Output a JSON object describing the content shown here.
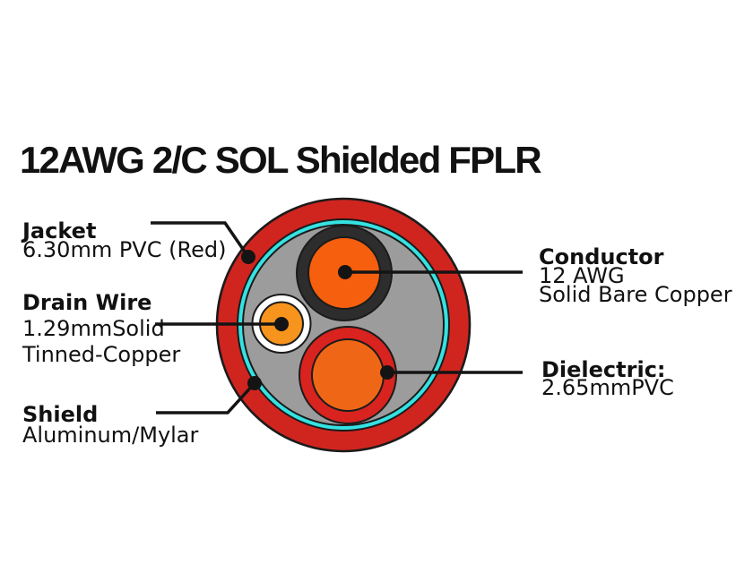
{
  "title": "12AWG 2/C SOL Shielded FPLR",
  "colors": {
    "background": "#ffffff",
    "text": "#111111",
    "leader_black": "#141414",
    "outline_black": "#1b1b1b",
    "jacket_red": "#d0251f",
    "shield_cyan": "#35e2e2",
    "filler_gray": "#9c9c9c",
    "insulation_black": "#2d2d2d",
    "conductor_orange": "#f55f0d",
    "dielectric_red": "#d8231f",
    "dielectric_core_orange": "#ef6716",
    "drain_ring_white": "#ffffff",
    "drain_orange": "#f7941d"
  },
  "labels": {
    "jacket": {
      "head": "Jacket",
      "line1": "6.30mm PVC (Red)"
    },
    "drain_wire": {
      "head": "Drain Wire",
      "line1": "1.29mmSolid",
      "line2": "Tinned-Copper"
    },
    "shield": {
      "head": "Shield",
      "line1": "Aluminum/Mylar"
    },
    "conductor": {
      "head": "Conductor",
      "line1": "12 AWG",
      "line2": "Solid Bare Copper"
    },
    "dielectric": {
      "head": "Dielectric:",
      "line1": "2.65mmPVC"
    }
  }
}
